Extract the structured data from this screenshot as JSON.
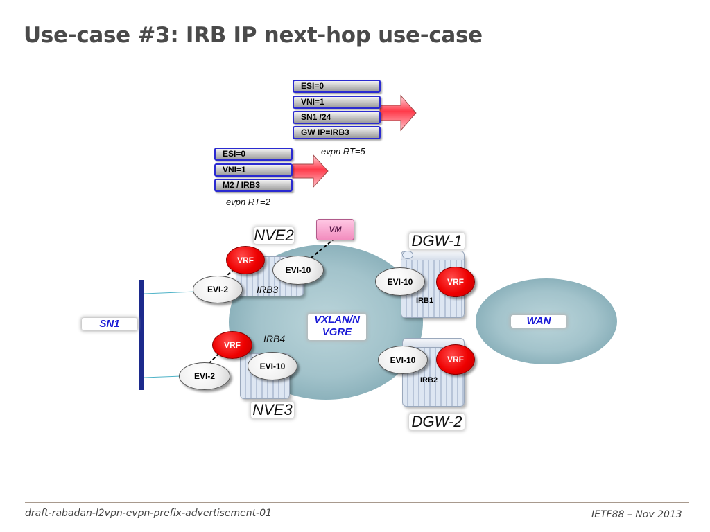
{
  "slide": {
    "title": "Use-case #3: IRB IP next-hop use-case"
  },
  "route_type5": {
    "fields": [
      "ESI=0",
      "VNI=1",
      "SN1 /24",
      "GW IP=IRB3"
    ],
    "caption": "evpn RT=5"
  },
  "route_type2": {
    "fields": [
      "ESI=0",
      "VNI=1",
      "M2 / IRB3"
    ],
    "caption": "evpn RT=2"
  },
  "network": {
    "overlay_label": "VXLAN/N VGRE",
    "wan_label": "WAN",
    "subnet_label": "SN1"
  },
  "nve2": {
    "name": "NVE2",
    "vrf": "VRF",
    "evi_a": "EVI-10",
    "evi_b": "EVI-2",
    "irb": "IRB3"
  },
  "nve3": {
    "name": "NVE3",
    "vrf": "VRF",
    "evi_a": "EVI-10",
    "evi_b": "EVI-2",
    "irb": "IRB4"
  },
  "vm": {
    "label": "VM"
  },
  "dgw1": {
    "name": "DGW-1",
    "evi": "EVI-10",
    "vrf": "VRF",
    "irb": "IRB1"
  },
  "dgw2": {
    "name": "DGW-2",
    "evi": "EVI-10",
    "vrf": "VRF",
    "irb": "IRB2"
  },
  "footer": {
    "left": "draft-rabadan-l2vpn-evpn-prefix-advertisement-01",
    "right": "IETF88 – Nov 2013"
  },
  "colors": {
    "title": "#4a4a4a",
    "vrf": "#ee0000",
    "route_border": "#2a2ad0",
    "cloud": "#7fa9b4",
    "tag_text": "#1a1ad6"
  }
}
